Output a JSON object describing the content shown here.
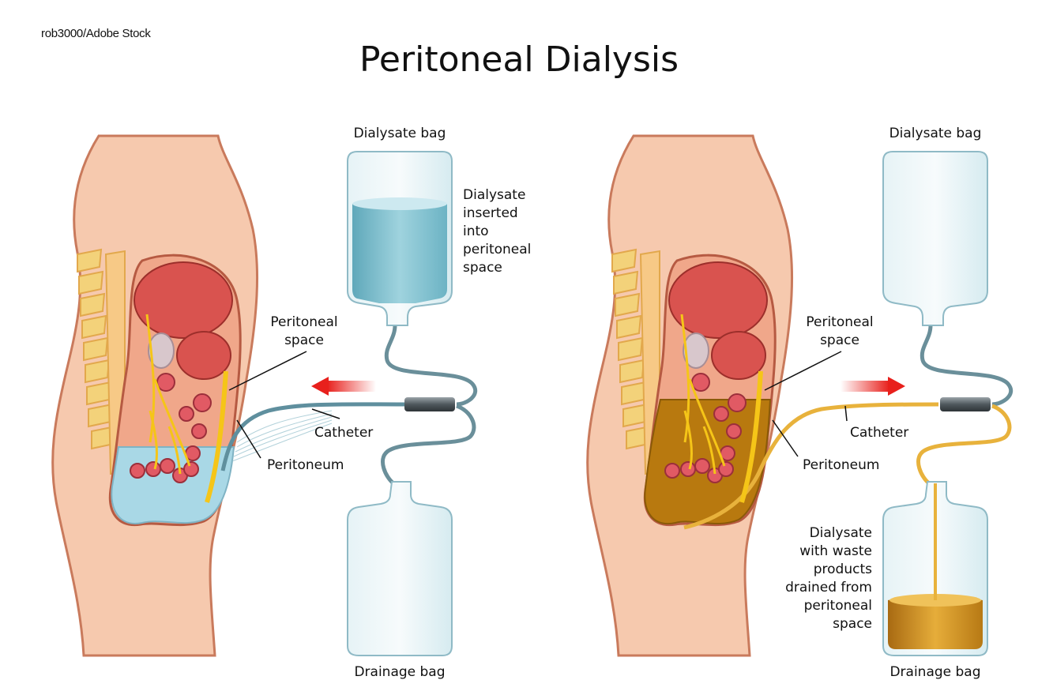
{
  "credit": "rob3000/Adobe Stock",
  "title": "Peritoneal Dialysis",
  "left_panel": {
    "dialysate_bag": "Dialysate bag",
    "dialysate_note": "Dialysate\ninserted\ninto\nperitoneal\nspace",
    "peritoneal_space": "Peritoneal\nspace",
    "catheter": "Catheter",
    "peritoneum": "Peritoneum",
    "drainage_bag": "Drainage bag"
  },
  "right_panel": {
    "dialysate_bag": "Dialysate bag",
    "peritoneal_space": "Peritoneal\nspace",
    "catheter": "Catheter",
    "peritoneum": "Peritoneum",
    "drainage_note": "Dialysate\nwith waste\nproducts\ndrained from\nperitoneal\nspace",
    "drainage_bag": "Drainage bag"
  },
  "colors": {
    "skin": "#f6c9ae",
    "skin_outline": "#c97a5c",
    "dialysate_blue": "#7fc1d0",
    "waste_fluid": "#c98a14",
    "flow_arrow": "#e8201c"
  }
}
